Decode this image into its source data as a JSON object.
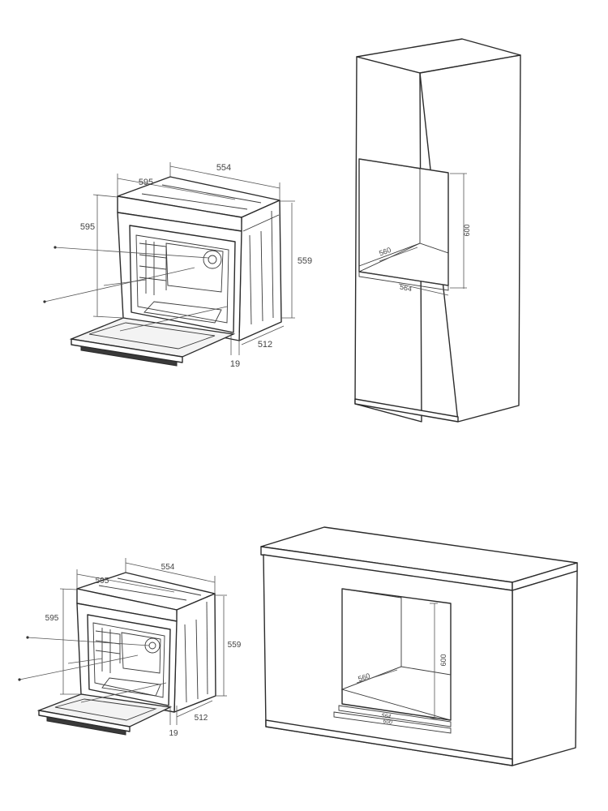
{
  "top_oven": {
    "width_label": "554",
    "front_width_label": "595",
    "front_height_label": "595",
    "height_label": "559",
    "depth_label": "512",
    "door_thickness_label": "19"
  },
  "top_cabinet": {
    "niche_height_label": "600",
    "niche_depth_label": "560",
    "niche_width_label": "564"
  },
  "bottom_oven": {
    "width_label": "554",
    "front_width_label": "595",
    "front_height_label": "595",
    "height_label": "559",
    "depth_label": "512",
    "door_thickness_label": "19"
  },
  "bottom_cabinet": {
    "niche_height_label": "600",
    "niche_depth_label": "560",
    "niche_width_label": "564",
    "opening_width_label": "600"
  }
}
